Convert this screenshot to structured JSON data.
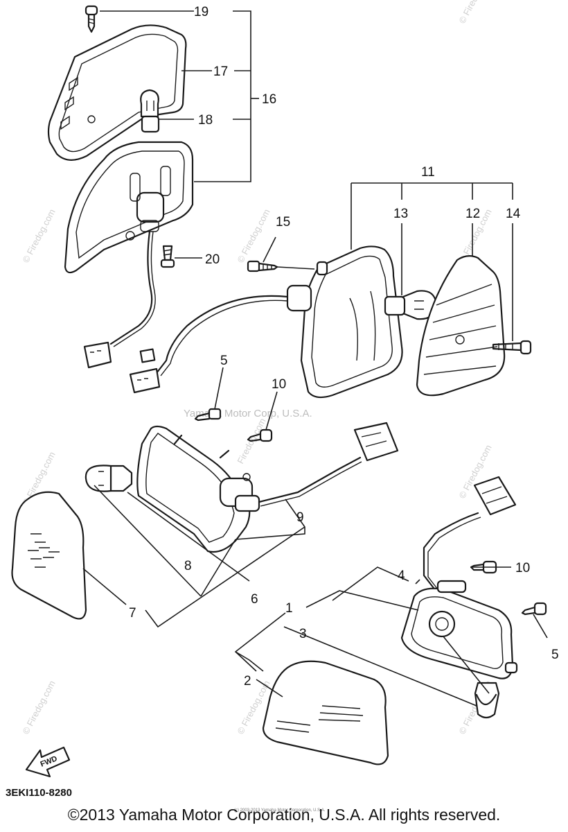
{
  "watermark": {
    "center": "Yamaha Motor Corp, U.S.A.",
    "site": "Firedog.com",
    "site_lower": "© Firedog.com"
  },
  "diagram_code": "3EKI110-8280",
  "fwd_label": "FWD",
  "small_footer_text": "(c) 2003-2013 Yamaha Motor Corporation, U.S.A.",
  "copyright": "©2013 Yamaha Motor Corporation, U.S.A. All rights reserved.",
  "callouts": [
    "1",
    "2",
    "3",
    "4",
    "5",
    "6",
    "7",
    "8",
    "9",
    "10",
    "11",
    "12",
    "13",
    "14",
    "15",
    "16",
    "17",
    "18",
    "19",
    "20"
  ]
}
